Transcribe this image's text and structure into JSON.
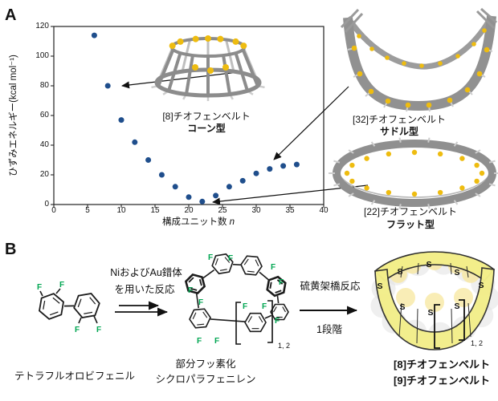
{
  "panelA": {
    "label": "A",
    "captions": {
      "cone": {
        "line1": "[8]チオフェンベルト",
        "line2": "コーン型"
      },
      "saddle": {
        "line1": "[32]チオフェンベルト",
        "line2": "サドル型"
      },
      "flat": {
        "line1": "[22]チオフェンベルト",
        "line2": "フラット型"
      }
    }
  },
  "chart_data": {
    "type": "scatter",
    "x": [
      6,
      8,
      10,
      12,
      14,
      16,
      18,
      20,
      22,
      24,
      26,
      28,
      30,
      32,
      34,
      36
    ],
    "y": [
      114,
      80,
      57,
      42,
      30,
      20,
      12,
      5,
      2,
      6,
      12,
      16,
      21,
      24,
      26,
      27
    ],
    "title": "",
    "xlabel": "構成ユニット数 n",
    "xlabel_prefix": "構成ユニット数",
    "xlabel_var": "n",
    "ylabel": "ひずみエネルギー(kcal mol⁻¹)",
    "xlim": [
      0,
      40
    ],
    "ylim": [
      0,
      120
    ],
    "xticks": [
      0,
      5,
      10,
      15,
      20,
      25,
      30,
      35,
      40
    ],
    "yticks": [
      0,
      20,
      40,
      60,
      80,
      100,
      120
    ],
    "grid": false,
    "legend": false,
    "point_color": "#1f4e8c"
  },
  "panelB": {
    "label": "B",
    "reactant_caption": "テトラフルオロビフェニル",
    "arrow1_line1": "NiおよびAu錯体",
    "arrow1_line2": "を用いた反応",
    "intermediate_caption_line1": "部分フッ素化",
    "intermediate_caption_line2": "シクロパラフェニレン",
    "arrow2_above": "硫黄架橋反応",
    "arrow2_below": "1段階",
    "product_caption_line1": "[8]チオフェンベルト",
    "product_caption_line2": "[9]チオフェンベルト",
    "repeat_subscript": "1, 2",
    "atom_labels": {
      "fluorine": "F",
      "sulfur": "S"
    }
  },
  "colors": {
    "point-blue": "#1f4e8c",
    "fluorine-green": "#00a651",
    "sulfur-yellow": "#eebc10",
    "belt-yellow": "#f3ee8a",
    "carbon-gray": "#8c8c8c"
  }
}
